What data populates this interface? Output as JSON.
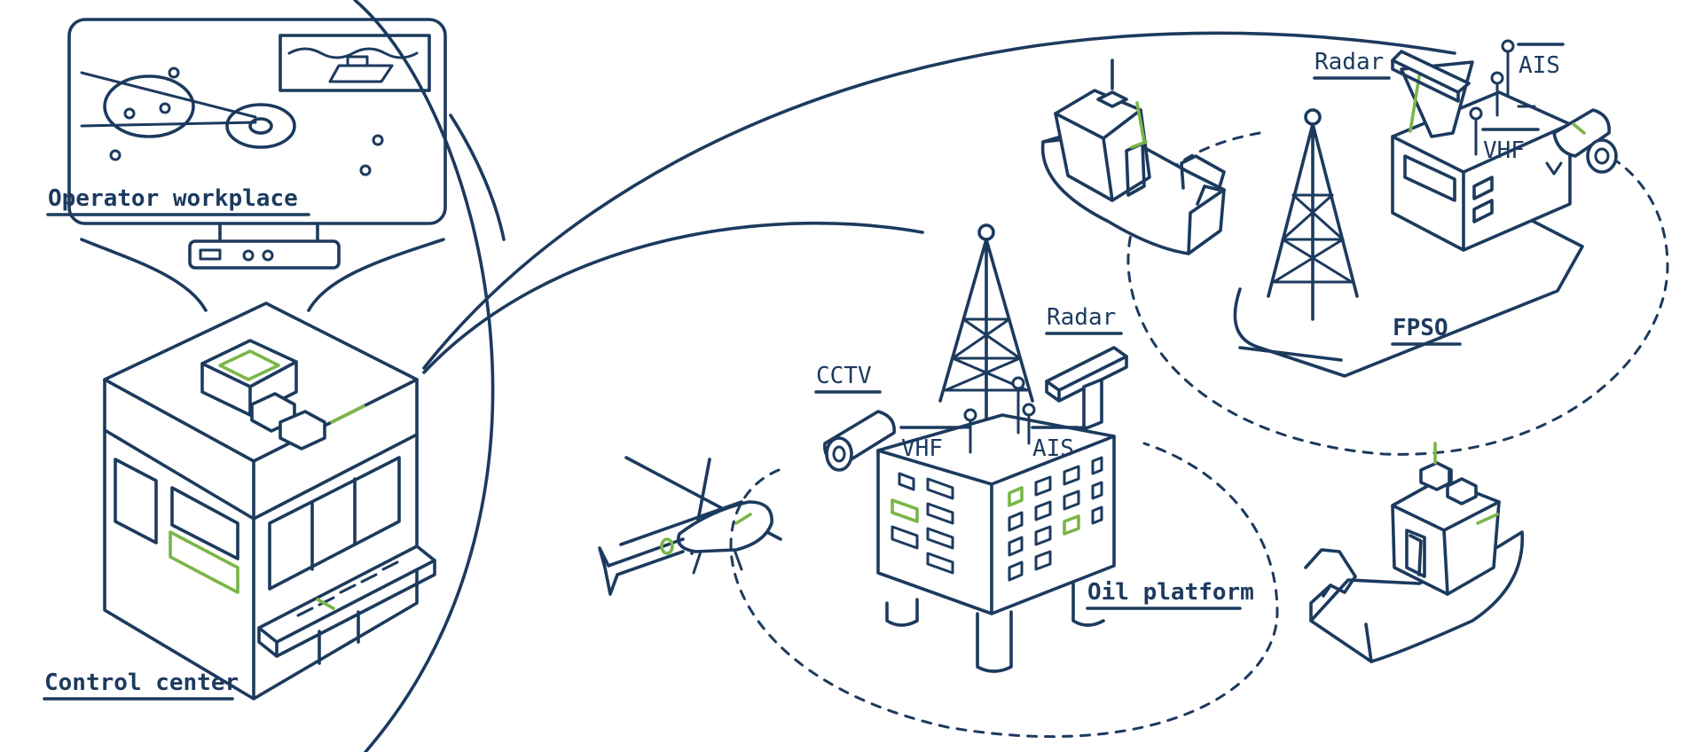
{
  "labels": {
    "operator_workplace": "Operator workplace",
    "control_center": "Control center",
    "oil_platform": "Oil platform",
    "fpso": "FPSO",
    "cctv": "CCTV",
    "radar_platform": "Radar",
    "vhf_platform": "VHF",
    "ais_platform": "AIS",
    "radar_fpso": "Radar",
    "vhf_fpso": "VHF",
    "ais_fpso": "AIS"
  },
  "colors": {
    "line": "#1c3a5e",
    "accent": "#7ab648",
    "background": "#ffffff"
  }
}
